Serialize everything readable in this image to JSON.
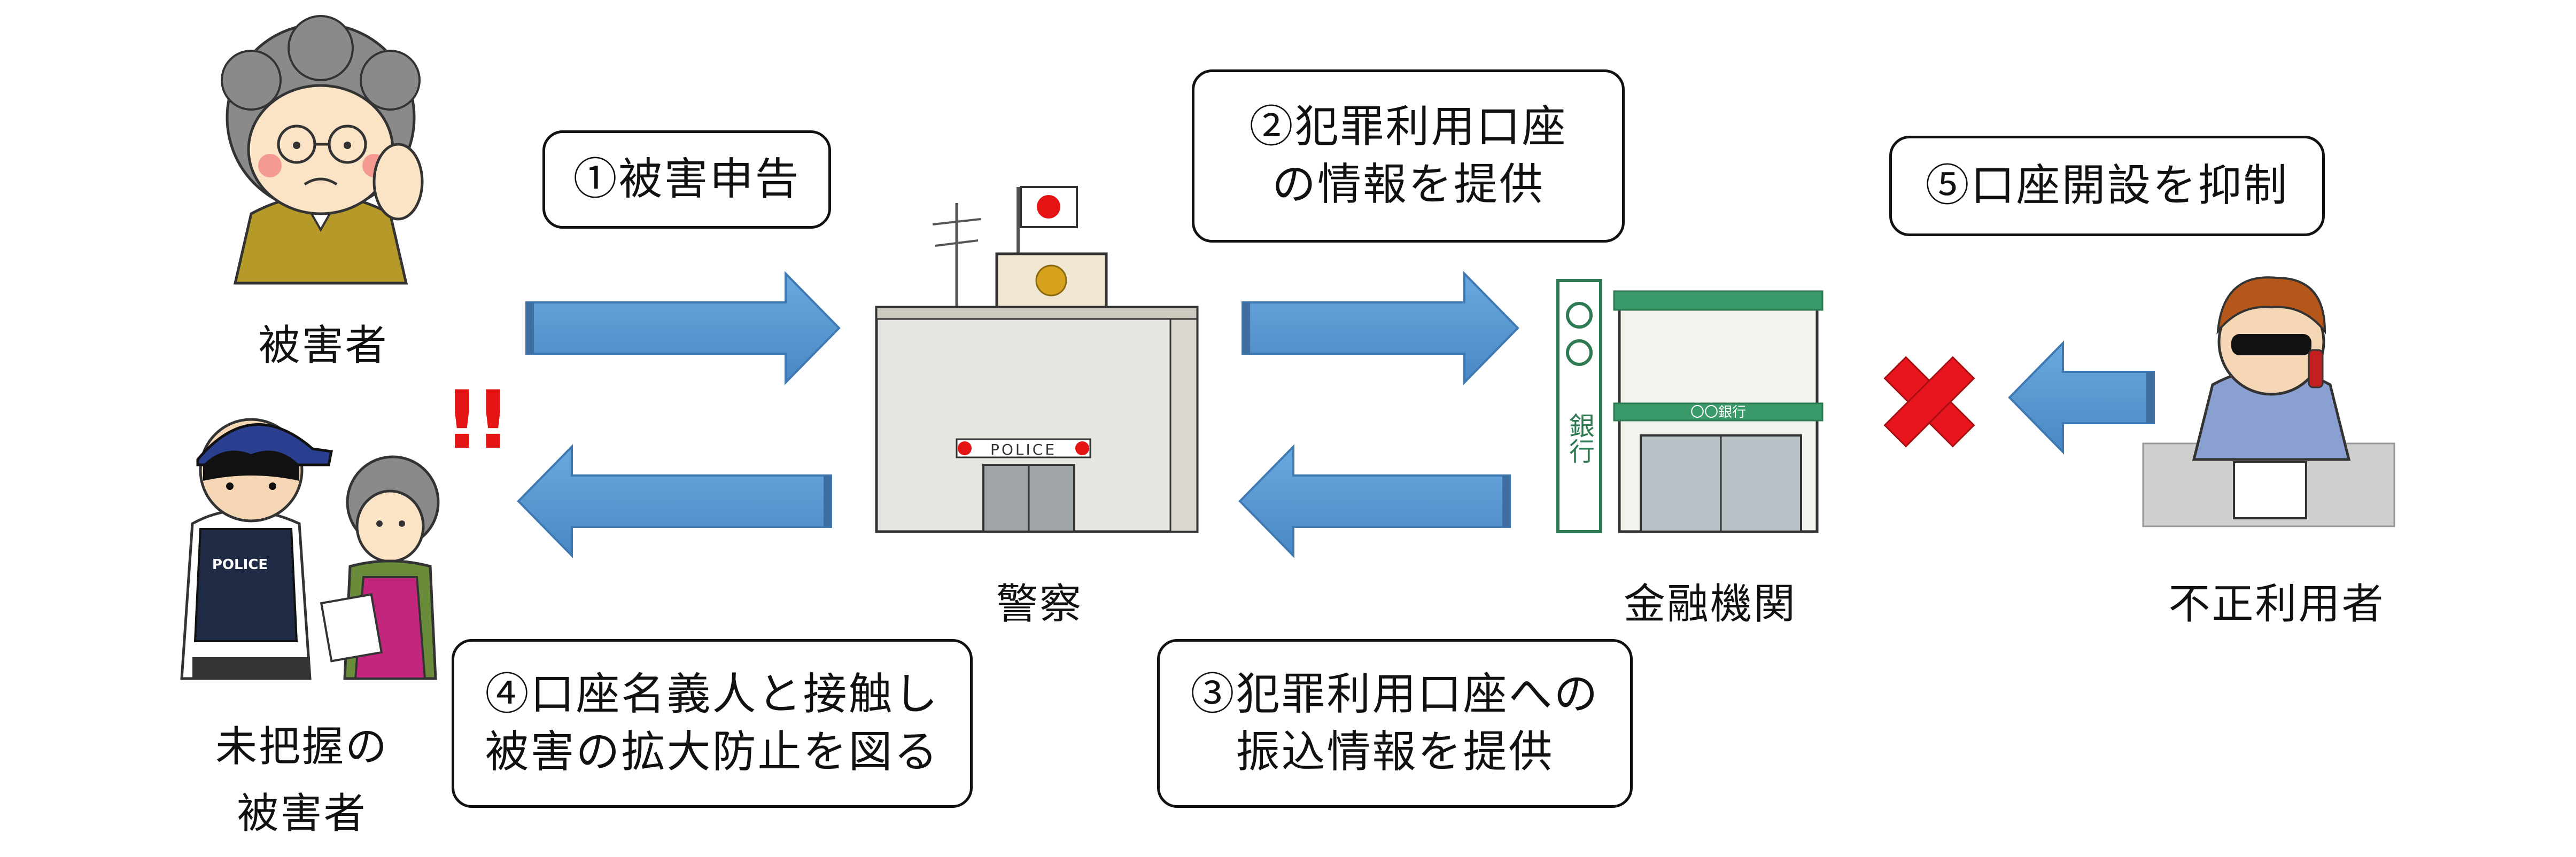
{
  "actors": {
    "victim": "被害者",
    "unknown_victim_line1": "未把握の",
    "unknown_victim_line2": "被害者",
    "police": "警察",
    "bank": "金融機関",
    "fraudster": "不正利用者"
  },
  "steps": {
    "s1": "①被害申告",
    "s2_line1": "②犯罪利用口座",
    "s2_line2": "の情報を提供",
    "s3_line1": "③犯罪利用口座への",
    "s3_line2": "振込情報を提供",
    "s4_line1": "④口座名義人と接触し",
    "s4_line2": "被害の拡大防止を図る",
    "s5": "⑤口座開設を抑制"
  },
  "illustration_text": {
    "police_sign": "POLICE",
    "officer_badge": "POLICE",
    "bank_sign": "〇〇銀行",
    "bank_pillar": "銀行",
    "alert": "!!"
  },
  "colors": {
    "arrow_fill": "#5b9bd5",
    "arrow_stroke": "#3f79b3",
    "cross": "#e8141e",
    "bank_green": "#3a9a6a",
    "alert": "#e41414"
  }
}
